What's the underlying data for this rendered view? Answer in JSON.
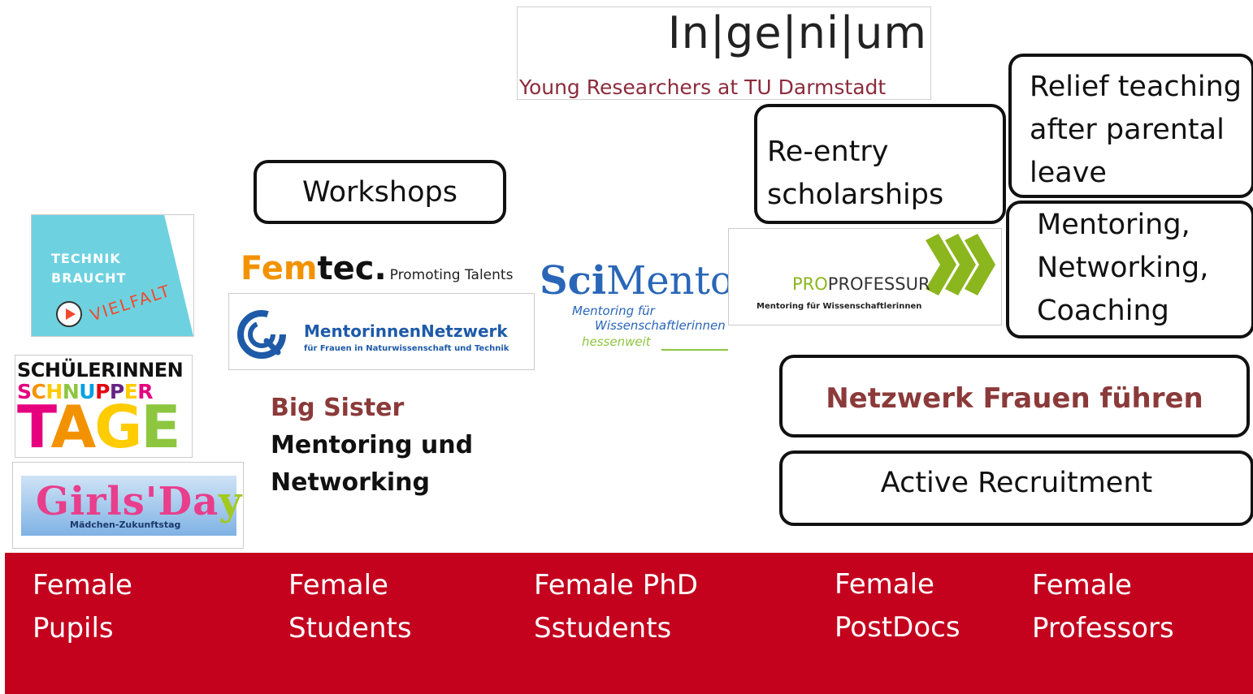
{
  "logos": {
    "ingenium": {
      "word": "In|ge|ni|um",
      "subtitle": "Young Researchers at TU Darmstadt"
    },
    "technik_vielfalt": {
      "line1": "TECHNIK",
      "line2": "BRAUCHT",
      "word": "VIELFALT"
    },
    "schnuppertage": {
      "line1": "SCHÜLERINNEN",
      "line2": "SCHNUPPER",
      "line3": "TAGE"
    },
    "girlsday": {
      "title_a": "Girls'Da",
      "title_b": "y",
      "subtitle": "Mädchen-Zukunftstag"
    },
    "femtec": {
      "fem": "Fem",
      "tec": "tec.",
      "tagline": "Promoting Talents"
    },
    "mentorinnen_netzwerk": {
      "title": "MentorinnenNetzwerk",
      "subtitle": "für Frauen in Naturwissenschaft und Technik"
    },
    "scimento": {
      "sci": "Sci",
      "mento": "Mento",
      "line1": "Mentoring für",
      "line2": "Wissenschaftlerinnen",
      "line3": "hessenweit"
    },
    "proprofessur": {
      "pro": "PRO",
      "professur": "PROFESSUR",
      "subtitle": "Mentoring für Wissenschaftlerinnen"
    }
  },
  "boxes": {
    "workshops": "Workshops",
    "reentry": [
      "Re-entry",
      "scholarships"
    ],
    "relief": [
      "Relief teaching",
      "after parental",
      "leave"
    ],
    "mentoring": [
      "Mentoring,",
      "Networking,",
      "Coaching"
    ],
    "netzwerk_frauen": "Netzwerk Frauen führen",
    "active_recruitment": "Active Recruitment"
  },
  "big_sister": {
    "title": "Big Sister",
    "line1": "Mentoring und",
    "line2": "Networking"
  },
  "categories": [
    [
      "Female",
      "Pupils"
    ],
    [
      "Female",
      "Students"
    ],
    [
      "Female PhD",
      "Sstudents"
    ],
    [
      "Female",
      "PostDocs"
    ],
    [
      "Female",
      "Professors"
    ]
  ],
  "colors": {
    "bar": "#c4021e",
    "accent_red": "#8b3a3a",
    "femtec_orange": "#f39200",
    "proprofessur_green": "#8bb61e"
  }
}
